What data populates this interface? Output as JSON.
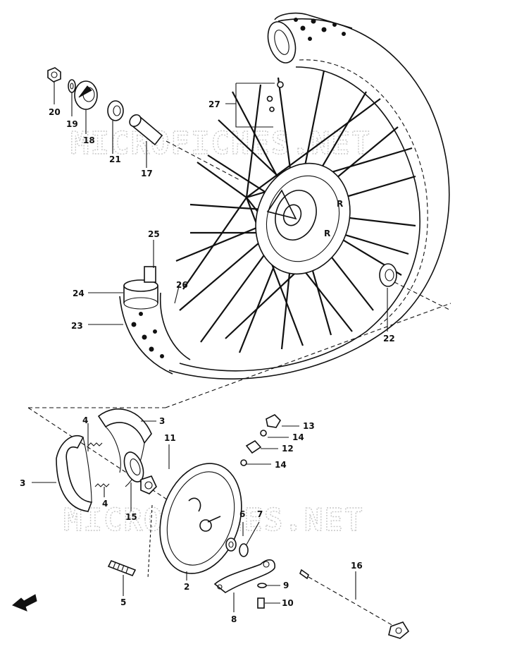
{
  "watermark": {
    "text": "MICROFICHES.NET"
  },
  "callouts": {
    "c20": "20",
    "c19": "19",
    "c18": "18",
    "c21": "21",
    "c17": "17",
    "c27": "27",
    "c25": "25",
    "c26": "26",
    "c24": "24",
    "c23": "23",
    "c22": "22",
    "c3a": "3",
    "c4a": "4",
    "c11": "11",
    "c3b": "3",
    "c4b": "4",
    "c15": "15",
    "c13": "13",
    "c14a": "14",
    "c12": "12",
    "c14b": "14",
    "c6": "6",
    "c7": "7",
    "c5": "5",
    "c2": "2",
    "c16": "16",
    "c9": "9",
    "c10": "10",
    "c8": "8"
  },
  "hub_marks": {
    "r1": "R",
    "r2": "R"
  }
}
